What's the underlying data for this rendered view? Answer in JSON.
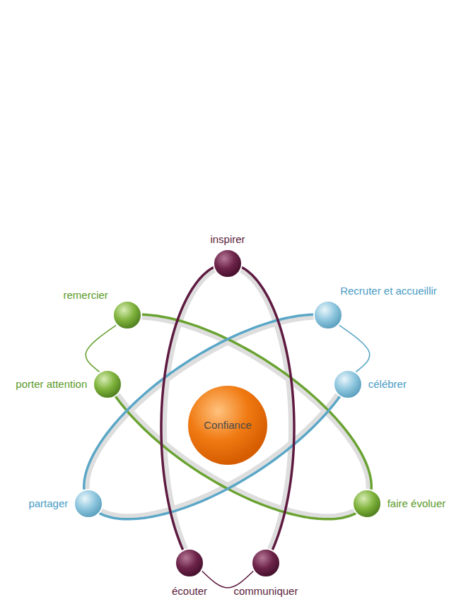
{
  "diagram": {
    "nodes": [
      {
        "text": [
          "inspirer"
        ]
      },
      {
        "text": [
          "remercier"
        ]
      },
      {
        "text": [
          "Recruter et accueillir"
        ]
      },
      {
        "text": [
          "porter attention"
        ]
      },
      {
        "text": [
          "célébrer"
        ]
      },
      {
        "text": [
          "Confiance"
        ]
      },
      {
        "text": [
          "partager"
        ]
      },
      {
        "text": [
          "faire évoluer"
        ]
      },
      {
        "text": [
          "écouter"
        ]
      },
      {
        "text": [
          "communiquer"
        ]
      }
    ],
    "edges": [
      {
        "from": 1,
        "to": 3,
        "arrow": "none"
      },
      {
        "from": 2,
        "to": 4,
        "arrow": "none"
      },
      {
        "from": 8,
        "to": 9,
        "arrow": "none"
      }
    ]
  }
}
